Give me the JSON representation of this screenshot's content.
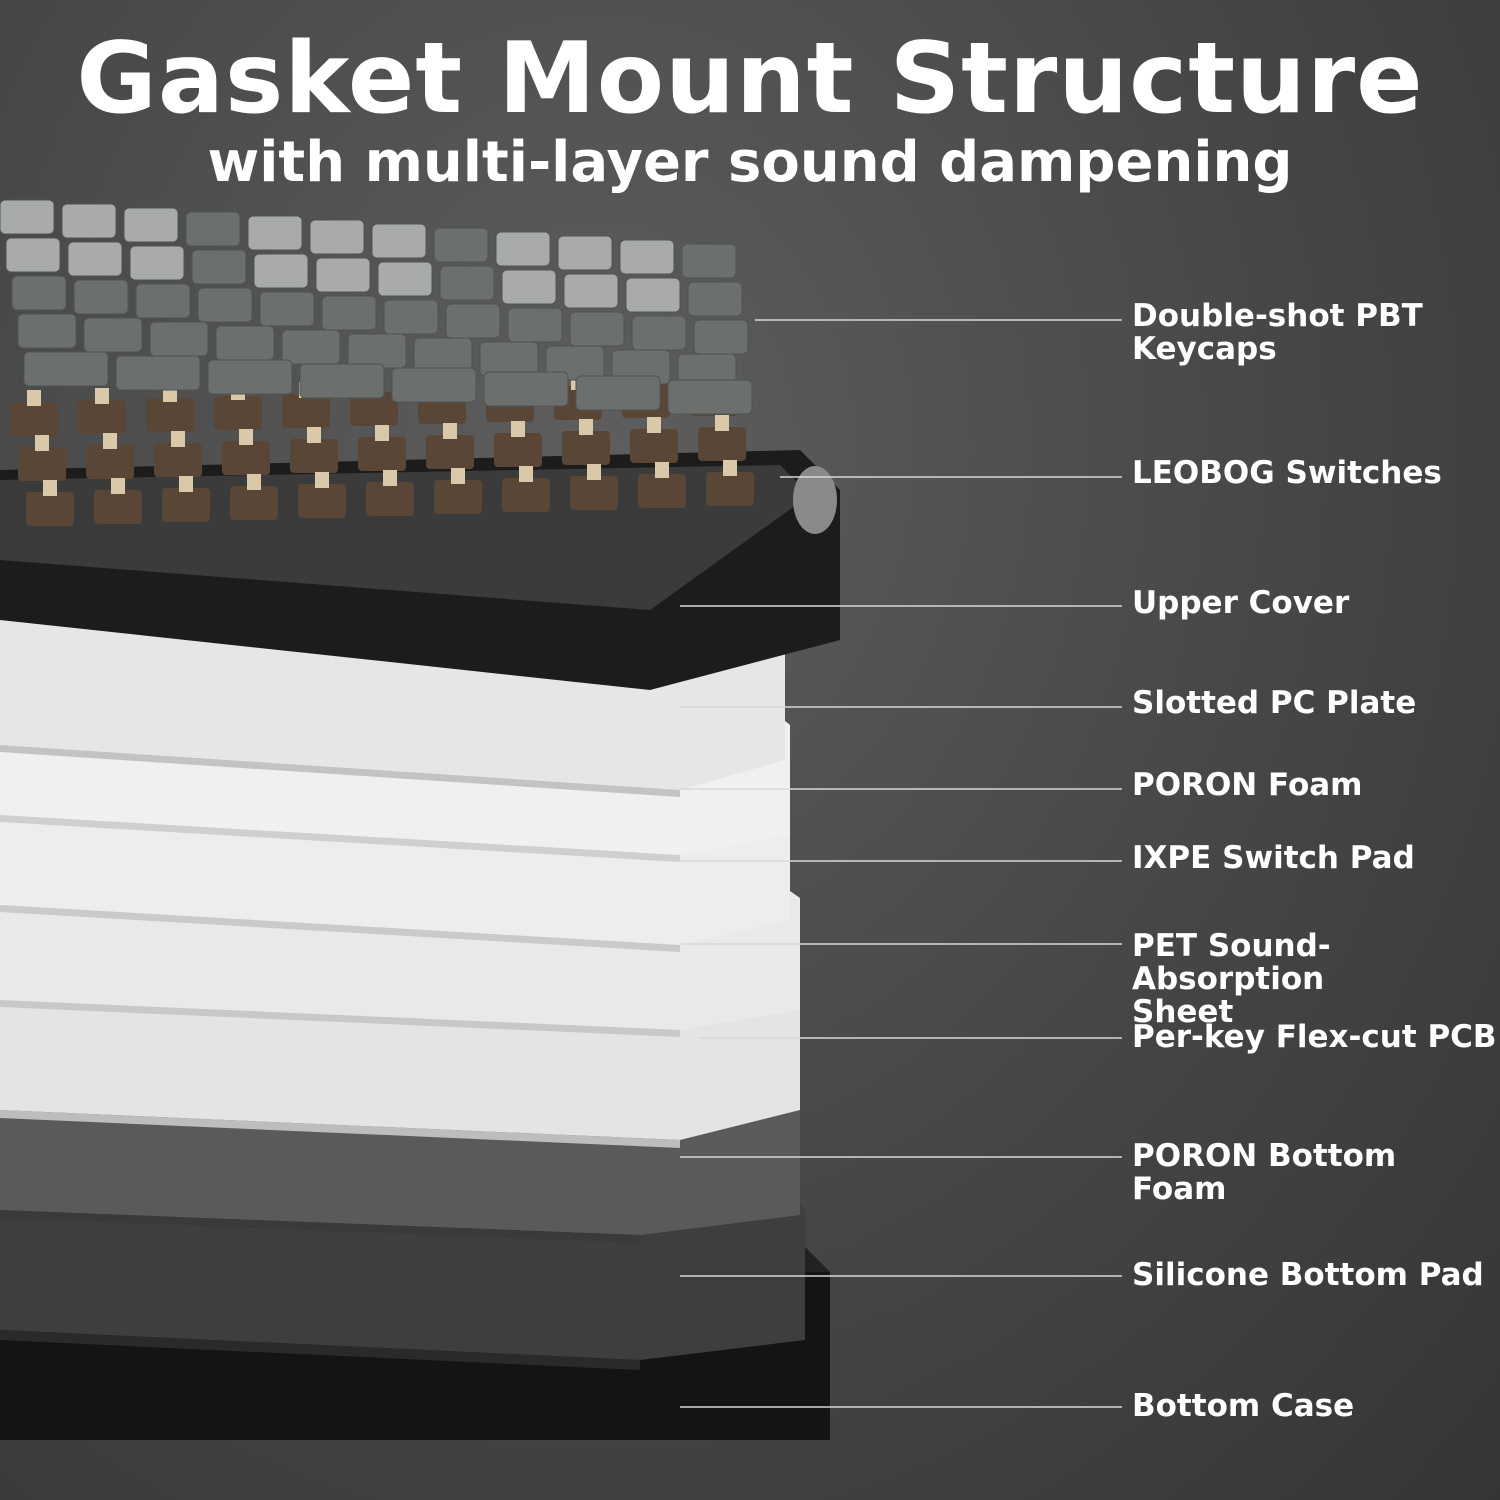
{
  "title": "Gasket Mount Structure",
  "subtitle": "with multi-layer sound dampening",
  "colors": {
    "background": "#464646",
    "text": "#ffffff",
    "leader_line": "#d8d8d8",
    "keycap_light": "#a9abab",
    "keycap_dark": "#6b706f",
    "switch_brown": "#5a4636",
    "switch_stem": "#d9c9a8",
    "upper_cover": "#1c1c1c",
    "plate_white": "#e9e9e9",
    "foam_grey": "#555555",
    "bottom_case": "#141414"
  },
  "layers": [
    {
      "id": "keycaps",
      "label": "Double-shot PBT\nKeycaps"
    },
    {
      "id": "switches",
      "label": "LEOBOG Switches"
    },
    {
      "id": "upper-cover",
      "label": "Upper Cover"
    },
    {
      "id": "pc-plate",
      "label": "Slotted PC Plate"
    },
    {
      "id": "poron-foam",
      "label": "PORON Foam"
    },
    {
      "id": "ixpe-pad",
      "label": "IXPE Switch Pad"
    },
    {
      "id": "pet-sheet",
      "label": "PET Sound-Absorption\nSheet"
    },
    {
      "id": "pcb",
      "label": "Per-key Flex-cut PCB"
    },
    {
      "id": "poron-bottom-foam",
      "label": "PORON Bottom Foam"
    },
    {
      "id": "silicone-pad",
      "label": "Silicone Bottom Pad"
    },
    {
      "id": "bottom-case",
      "label": "Bottom Case"
    }
  ]
}
